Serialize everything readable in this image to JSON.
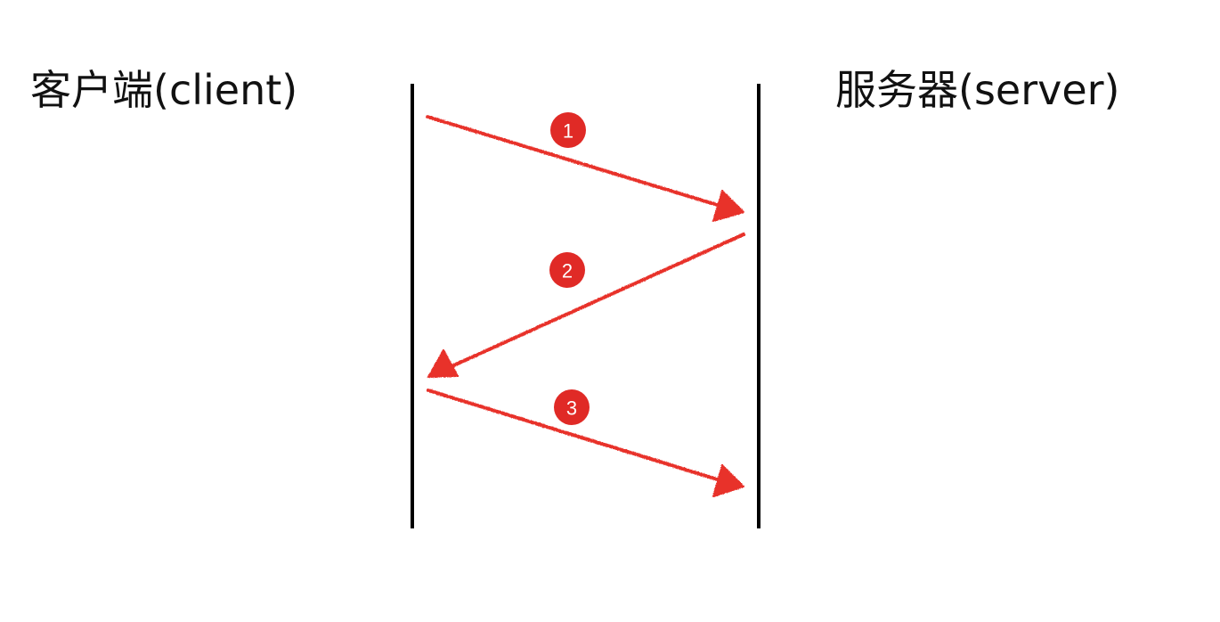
{
  "participants": {
    "client": "客户端(client)",
    "server": "服务器(server)"
  },
  "steps": [
    {
      "number": "1",
      "direction": "client-to-server"
    },
    {
      "number": "2",
      "direction": "server-to-client"
    },
    {
      "number": "3",
      "direction": "client-to-server"
    }
  ],
  "colors": {
    "arrow": "#e8302c",
    "badge": "#e02a26",
    "lifeline": "#000000",
    "badge_text": "#ffffff"
  }
}
